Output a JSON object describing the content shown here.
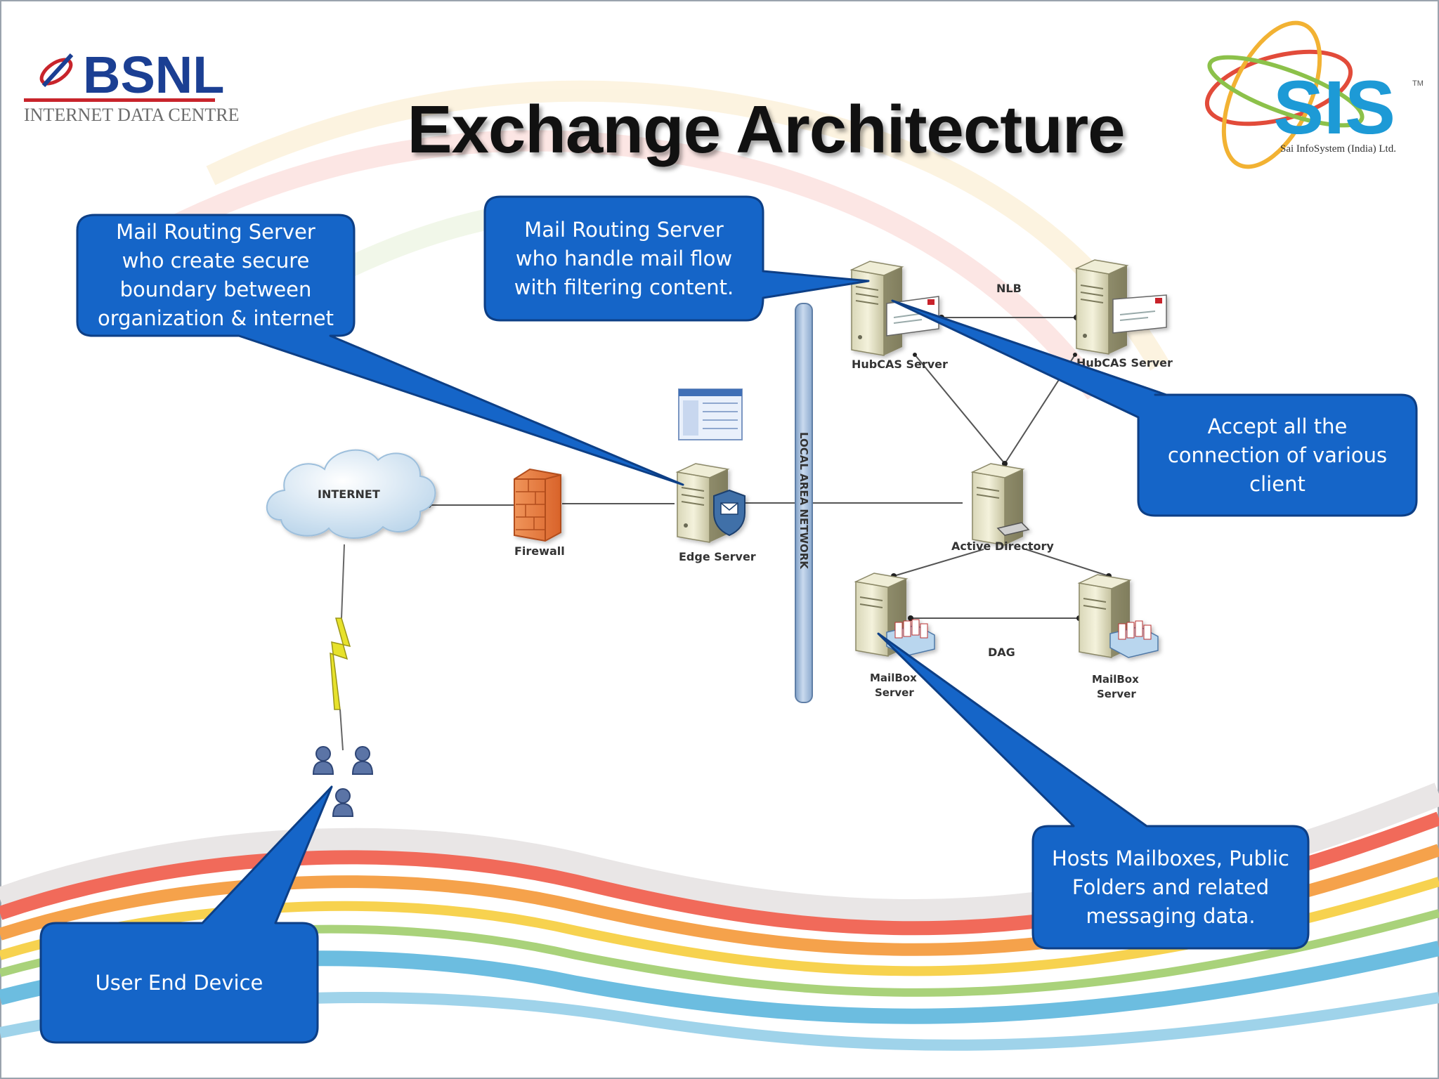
{
  "slide": {
    "title": "Exchange Architecture"
  },
  "logos": {
    "left_brand": "BSNL",
    "left_sub": "INTERNET DATA CENTRE",
    "right_brand": "SIS",
    "right_tm": "TM",
    "right_sub": "Sai InfoSystem (India) Ltd."
  },
  "diagram": {
    "internet": "INTERNET",
    "firewall": "Firewall",
    "edge_server": "Edge Server",
    "lan": "LOCAL AREA NETWORK",
    "nlb": "NLB",
    "hubcas_1": "HubCAS Server",
    "hubcas_2": "HubCAS Server",
    "active_directory": "Active Directory",
    "dag": "DAG",
    "mailbox_1_line1": "MailBox",
    "mailbox_1_line2": "Server",
    "mailbox_2_line1": "MailBox",
    "mailbox_2_line2": "Server"
  },
  "callouts": {
    "edge": [
      "Mail Routing Server",
      "who create secure",
      "boundary between",
      "organization & internet"
    ],
    "hub": [
      "Mail Routing Server",
      "who handle mail flow",
      "with filtering  content."
    ],
    "cas": [
      "Accept all the",
      "connection of various",
      "client"
    ],
    "mailbox": [
      "Hosts Mailboxes, Public",
      "Folders and related",
      "messaging data."
    ],
    "user": [
      "User End Device"
    ]
  },
  "colors": {
    "callout_fill": "#1565c8",
    "callout_border": "#0d3f86",
    "lan_bar": "#a9c2df",
    "firewall": "#e8793a",
    "bolt": "#e7e22b",
    "users": "#5b74a6"
  }
}
